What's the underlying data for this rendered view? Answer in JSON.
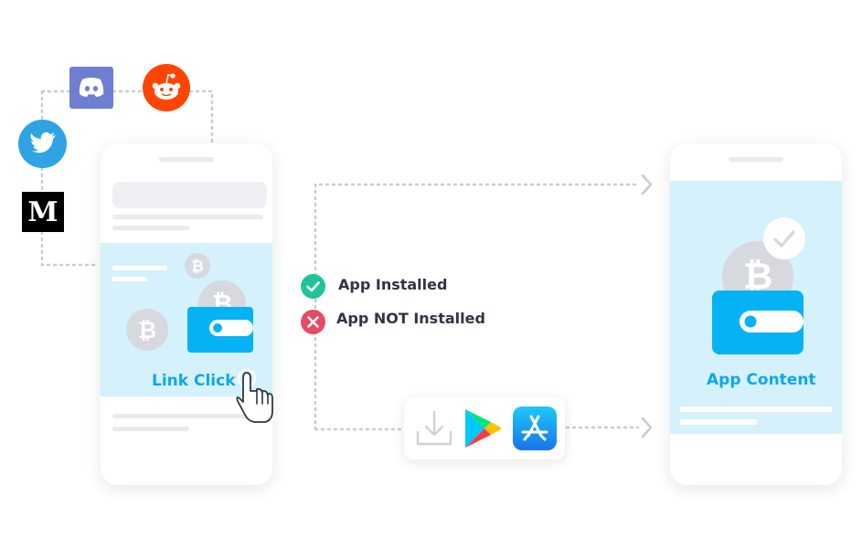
{
  "social": {
    "discord": "discord-icon",
    "reddit": "reddit-icon",
    "twitter": "twitter-icon",
    "medium": "medium-icon",
    "medium_letter": "M"
  },
  "left_phone": {
    "link_text": "Link Click"
  },
  "legend": {
    "installed_label": "App Installed",
    "not_installed_label": "App NOT Installed"
  },
  "stores": [
    "download-icon",
    "google-play-icon",
    "app-store-icon"
  ],
  "right_phone": {
    "content_text": "App Content"
  },
  "colors": {
    "accent_light": "#d4f1fc",
    "accent": "#05b2f3",
    "success": "#21c49a",
    "error": "#e94a63",
    "discord": "#6e7fd2",
    "reddit": "#ff4500",
    "twitter": "#2fa3e3",
    "dotted": "#c8ccd3"
  }
}
